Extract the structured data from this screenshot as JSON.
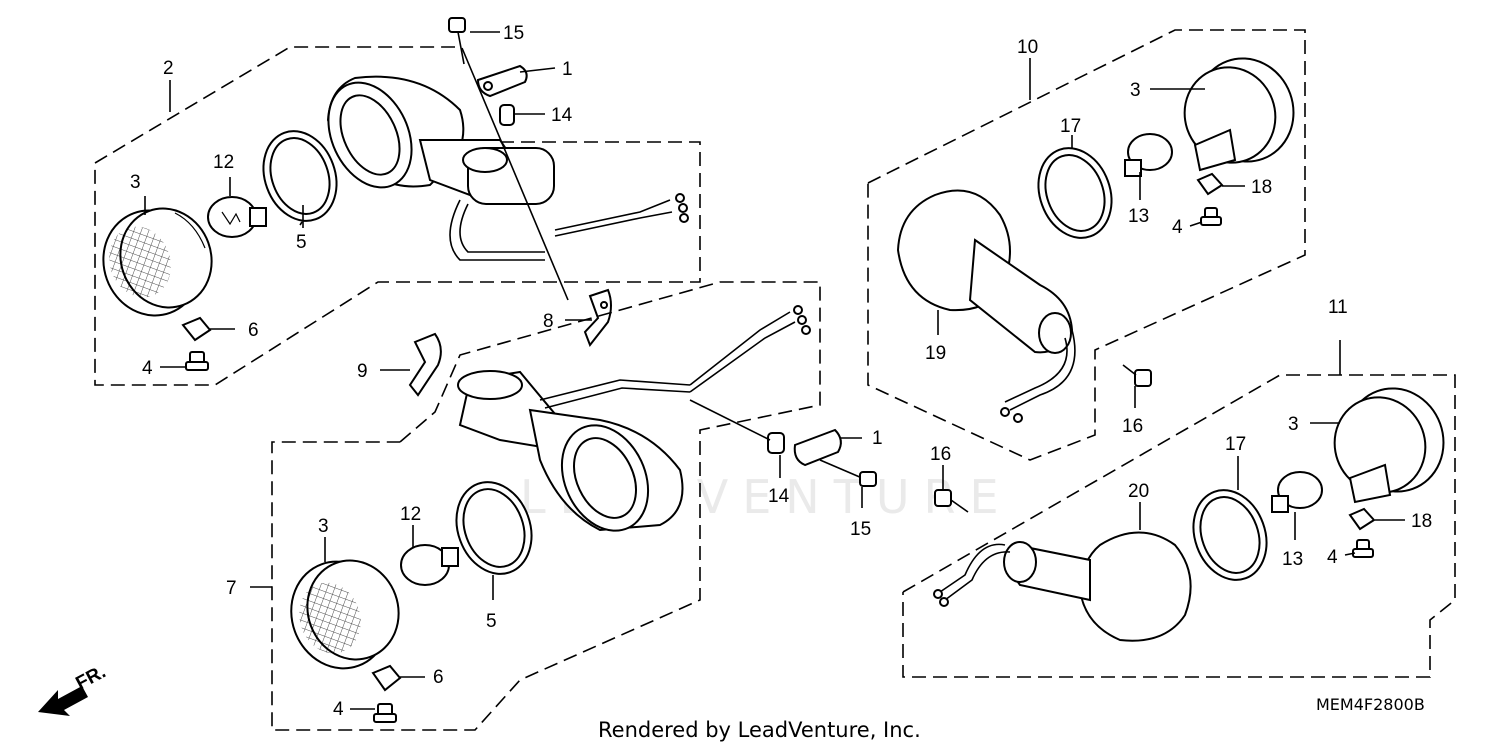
{
  "diagram": {
    "code": "MEM4F2800B",
    "credit": "Rendered by LeadVenture, Inc.",
    "watermark": "LEADVENTURE",
    "direction_label": "FR.",
    "callouts": [
      {
        "id": "c15a",
        "text": "15"
      },
      {
        "id": "c1a",
        "text": "1"
      },
      {
        "id": "c14a",
        "text": "14"
      },
      {
        "id": "c2",
        "text": "2"
      },
      {
        "id": "c12a",
        "text": "12"
      },
      {
        "id": "c3a",
        "text": "3"
      },
      {
        "id": "c5a",
        "text": "5"
      },
      {
        "id": "c6a",
        "text": "6"
      },
      {
        "id": "c4a",
        "text": "4"
      },
      {
        "id": "c8",
        "text": "8"
      },
      {
        "id": "c9",
        "text": "9"
      },
      {
        "id": "c1b",
        "text": "1"
      },
      {
        "id": "c14b",
        "text": "14"
      },
      {
        "id": "c15b",
        "text": "15"
      },
      {
        "id": "c7",
        "text": "7"
      },
      {
        "id": "c3b",
        "text": "3"
      },
      {
        "id": "c12b",
        "text": "12"
      },
      {
        "id": "c5b",
        "text": "5"
      },
      {
        "id": "c6b",
        "text": "6"
      },
      {
        "id": "c4b",
        "text": "4"
      },
      {
        "id": "c10",
        "text": "10"
      },
      {
        "id": "c3c",
        "text": "3"
      },
      {
        "id": "c17a",
        "text": "17"
      },
      {
        "id": "c13a",
        "text": "13"
      },
      {
        "id": "c18a",
        "text": "18"
      },
      {
        "id": "c4c",
        "text": "4"
      },
      {
        "id": "c19",
        "text": "19"
      },
      {
        "id": "c16a",
        "text": "16"
      },
      {
        "id": "c11",
        "text": "11"
      },
      {
        "id": "c3d",
        "text": "3"
      },
      {
        "id": "c16b",
        "text": "16"
      },
      {
        "id": "c17b",
        "text": "17"
      },
      {
        "id": "c20",
        "text": "20"
      },
      {
        "id": "c18b",
        "text": "18"
      },
      {
        "id": "c13b",
        "text": "13"
      },
      {
        "id": "c4d",
        "text": "4"
      }
    ]
  }
}
